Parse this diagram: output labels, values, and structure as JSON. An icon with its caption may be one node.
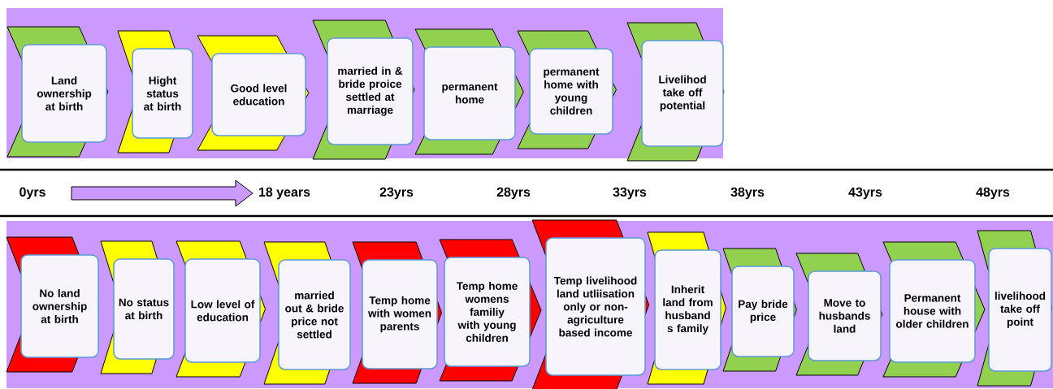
{
  "diagram": {
    "nodes": [
      {
        "text": [
          "Land ownership at birth"
        ]
      },
      {
        "text": [
          "Hight status at birth"
        ]
      },
      {
        "text": [
          "Good level education"
        ]
      },
      {
        "text": [
          "married in & bride proice settled at marriage"
        ]
      },
      {
        "text": [
          "permanent home"
        ]
      },
      {
        "text": [
          "permanent home with young children"
        ]
      },
      {
        "text": [
          "Livelihod take off potential"
        ]
      },
      {
        "text": [
          "No land ownership at birth"
        ]
      },
      {
        "text": [
          "No status at birth"
        ]
      },
      {
        "text": [
          "Low level of education"
        ]
      },
      {
        "text": [
          "married out & bride price not settled"
        ]
      },
      {
        "text": [
          "Temp home with women parents"
        ]
      },
      {
        "text": [
          "Temp home womens familiy with young children"
        ]
      },
      {
        "text": [
          "Temp livelihood land utliisation only or non-agriculture based income"
        ]
      },
      {
        "text": [
          "Inherit land from husband s family"
        ]
      },
      {
        "text": [
          "Pay bride price"
        ]
      },
      {
        "text": [
          "Move to husbands land"
        ]
      },
      {
        "text": [
          "Permanent house with older children"
        ]
      },
      {
        "text": [
          "livelihood take off point"
        ]
      }
    ],
    "labels": [
      "0yrs",
      "18 years",
      "23yrs",
      "28yrs",
      "33yrs",
      "38yrs",
      "43yrs",
      "48yrs"
    ]
  }
}
